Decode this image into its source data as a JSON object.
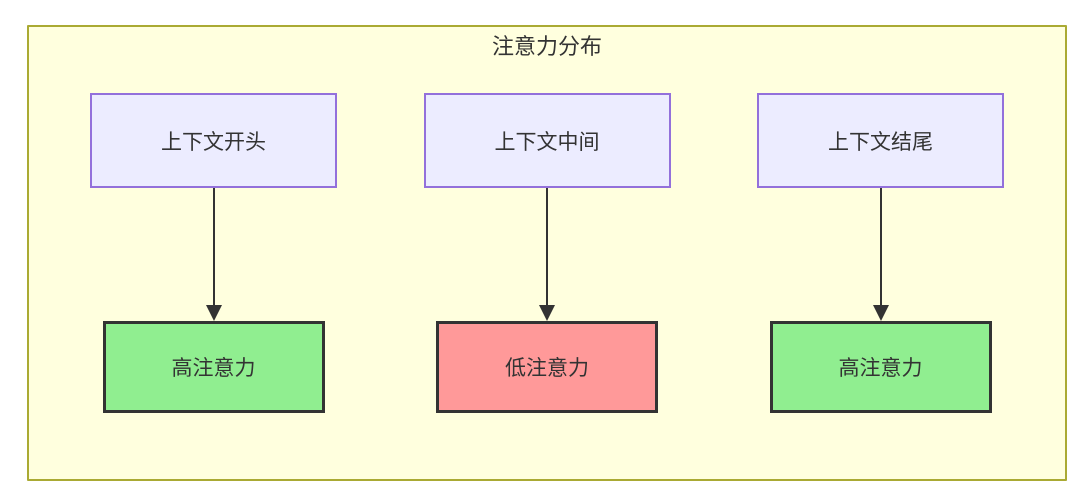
{
  "diagram": {
    "title": "注意力分布",
    "columns": [
      {
        "source": "上下文开头",
        "target": "高注意力",
        "level": "high"
      },
      {
        "source": "上下文中间",
        "target": "低注意力",
        "level": "low"
      },
      {
        "source": "上下文结尾",
        "target": "高注意力",
        "level": "high"
      }
    ]
  },
  "colors": {
    "frame_fill": "#ffffde",
    "frame_border": "#aaaa33",
    "source_fill": "#ececff",
    "source_border": "#9370db",
    "high_fill": "#90ee90",
    "low_fill": "#ff9999",
    "target_border": "#333333",
    "arrow": "#333333",
    "text": "#333333"
  }
}
